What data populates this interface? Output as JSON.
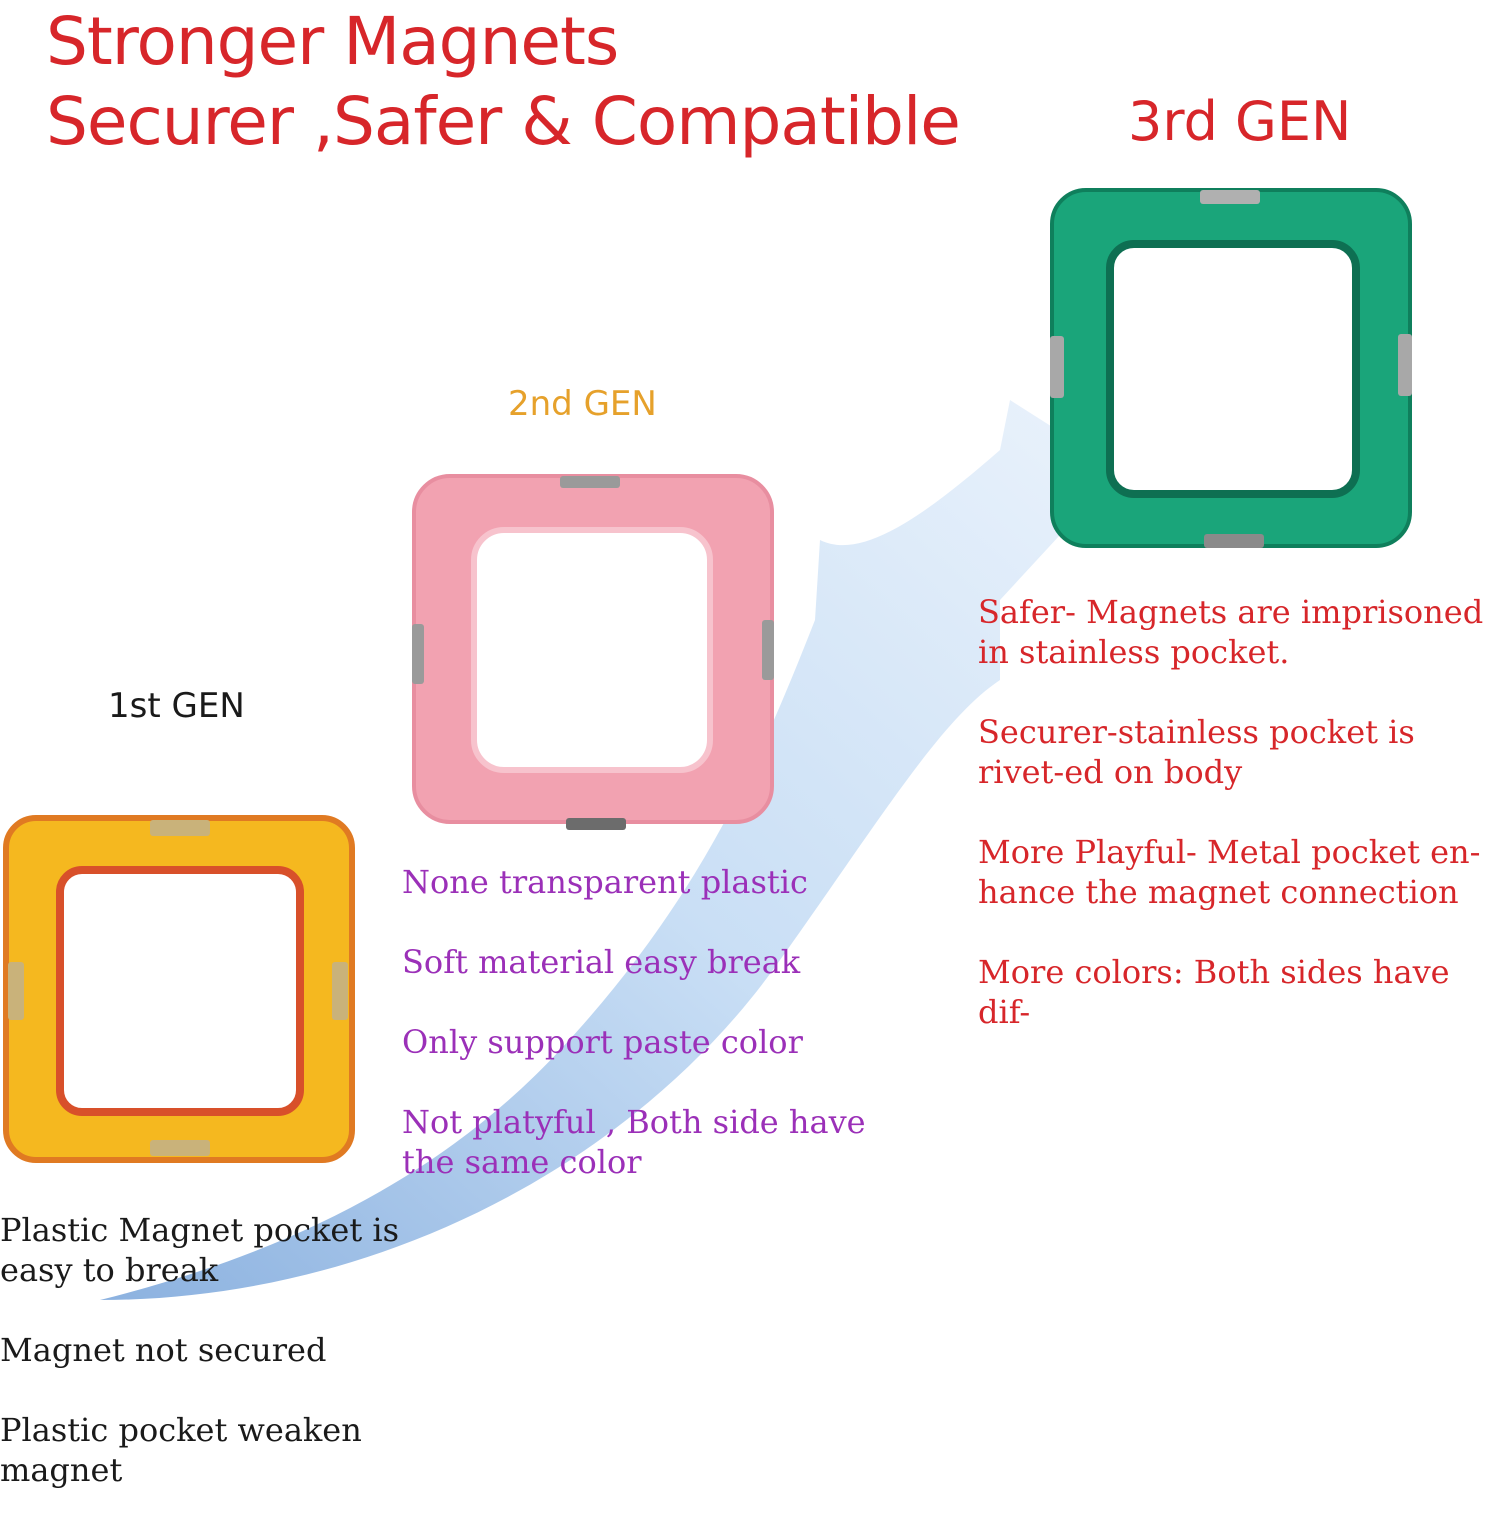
{
  "headline": {
    "line1": "Stronger Magnets",
    "line2": "Securer ,Safer & Compatible"
  },
  "generations": [
    {
      "label": "1st GEN",
      "tile_color": "#f5b81f",
      "notes": [
        "Plastic Magnet pocket is easy to break",
        "Magnet not secured",
        "Plastic pocket weaken magnet"
      ]
    },
    {
      "label": "2nd GEN",
      "tile_color": "#f2a2b1",
      "notes": [
        "None transparent plastic",
        "Soft material easy break",
        "Only support paste color",
        "Not platyful , Both side have the same color"
      ]
    },
    {
      "label": "3rd GEN",
      "tile_color": "#1aa57a",
      "notes": [
        "Safer- Magnets are imprisoned in stainless pocket.",
        "Securer-stainless pocket is rivet-ed on body",
        "More Playful- Metal pocket en-hance the magnet connection",
        "More colors: Both sides have dif-"
      ]
    }
  ],
  "colors": {
    "headline": "#d7262a",
    "arrow": "#b9d3f0",
    "gen1_text": "#1a1a1a",
    "gen2_text": "#9b30b8",
    "gen2_label": "#e6a12b",
    "gen3_text": "#d7262a"
  },
  "icons": [
    "progress-arrow",
    "magnetic-tile-yellow",
    "magnetic-tile-pink",
    "magnetic-tile-green"
  ]
}
